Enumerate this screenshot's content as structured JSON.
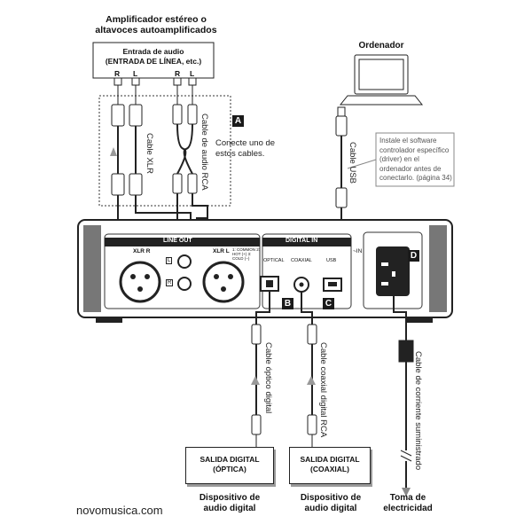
{
  "amp": {
    "title": "Amplificador estéreo o altavoces autoamplificados",
    "input_label_1": "Entrada de audio",
    "input_label_2": "(ENTRADA DE LÍNEA, etc.)",
    "ch_r1": "R",
    "ch_l1": "L",
    "ch_r2": "R",
    "ch_l2": "L"
  },
  "computer": {
    "title": "Ordenador"
  },
  "cables": {
    "xlr": "Cable XLR",
    "rca": "Cable de audio RCA",
    "usb": "Cable USB",
    "optical": "Cable óptico digital",
    "coaxial": "Cable coaxial digital RCA",
    "power": "Cable de corriente suministrado"
  },
  "notes": {
    "connect_one": "Conecte uno de estos cables.",
    "driver": "Instale el software controlador específico (driver) en el ordenador antes de conectarlo. (página 34)"
  },
  "badges": {
    "a": "A",
    "b": "B",
    "c": "C",
    "d": "D"
  },
  "panel": {
    "line_out": "LINE OUT",
    "xlr_r": "XLR R",
    "xlr_l": "XLR L",
    "pin_legend": "1: COMMON 2: HOT (+) 3: COLD (−)",
    "l": "L",
    "r": "R",
    "digital_in": "DIGITAL IN",
    "optical": "OPTICAL",
    "coaxial": "COAXIAL",
    "usb": "USB",
    "ac_in": "~IN"
  },
  "devices": {
    "optical_box": "SALIDA DIGITAL (ÓPTICA)",
    "coaxial_box": "SALIDA DIGITAL (COAXIAL)",
    "optical_caption": "Dispositivo de audio digital",
    "coaxial_caption": "Dispositivo de audio digital",
    "power_caption": "Toma de electricidad"
  },
  "footer": {
    "site": "novomusica.com"
  }
}
